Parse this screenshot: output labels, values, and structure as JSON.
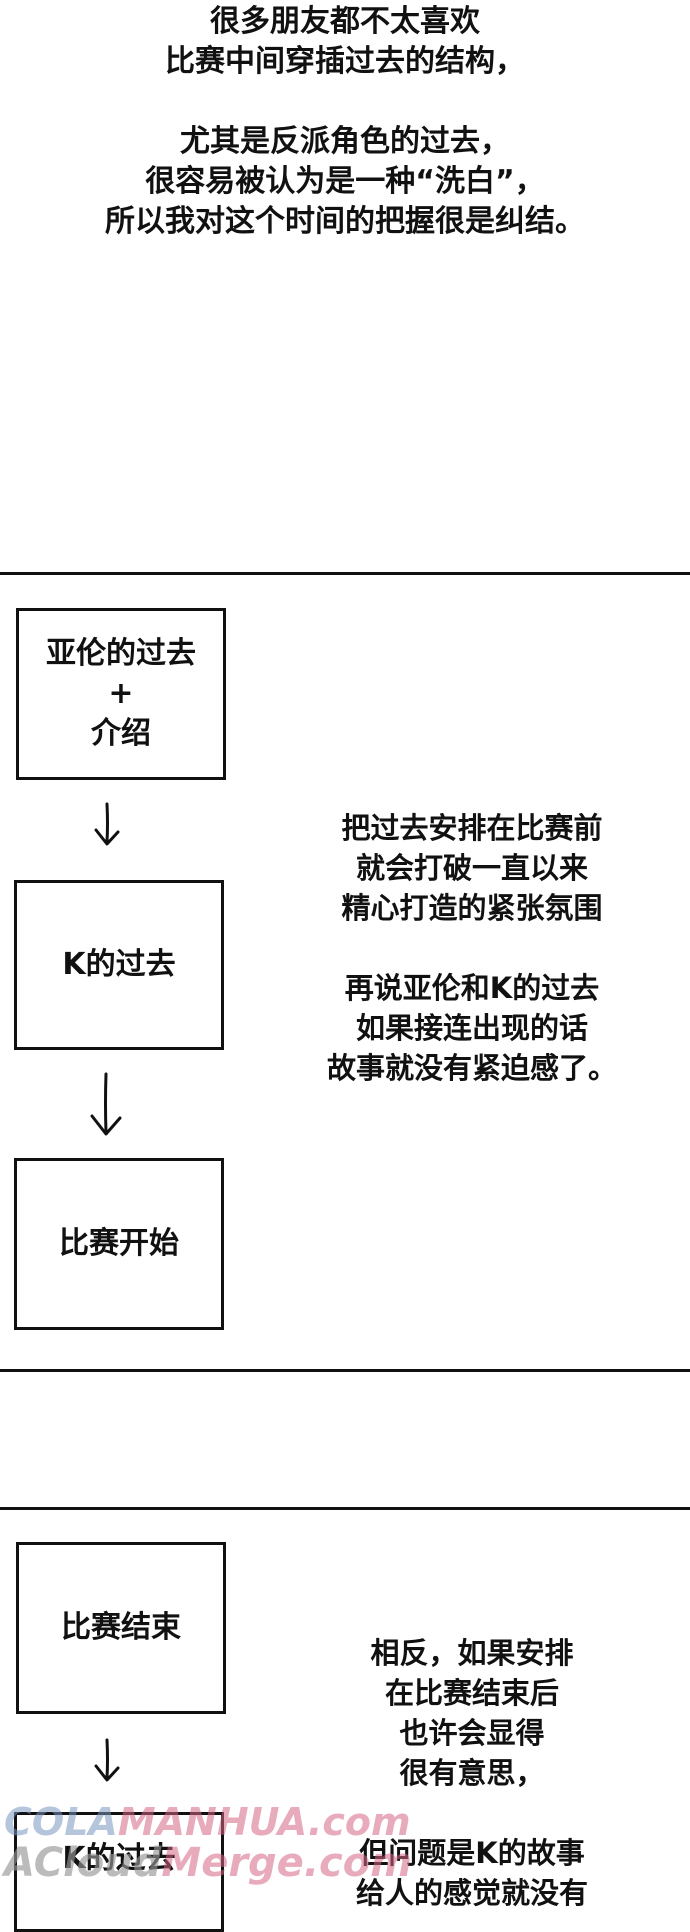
{
  "top_text": "很多朋友都不太喜欢\n比赛中间穿插过去的结构，\n\n尤其是反派角色的过去，\n很容易被认为是一种“洗白”，\n所以我对这个时间的把握很是纠结。",
  "section1": {
    "box1": "亚伦的过去\n+\n介绍",
    "box2": "K的过去",
    "box3": "比赛开始",
    "side_text": "把过去安排在比赛前\n就会打破一直以来\n精心打造的紧张氛围\n\n再说亚伦和K的过去\n如果接连出现的话\n故事就没有紧迫感了。"
  },
  "section2": {
    "box1": "比赛结束",
    "box2": "K的过去",
    "side_text": "相反，如果安排\n在比赛结束后\n也许会显得\n很有意思，\n\n但问题是K的故事\n给人的感觉就没有"
  },
  "watermark": {
    "cola": "COLA",
    "manhua": "MANHUA.com",
    "acloud": "ACloud",
    "merge": "Merge.com"
  },
  "colors": {
    "ink": "#111111",
    "watermark_pink": "#d66684",
    "watermark_blue": "#7896be",
    "watermark_gray": "#969696"
  }
}
